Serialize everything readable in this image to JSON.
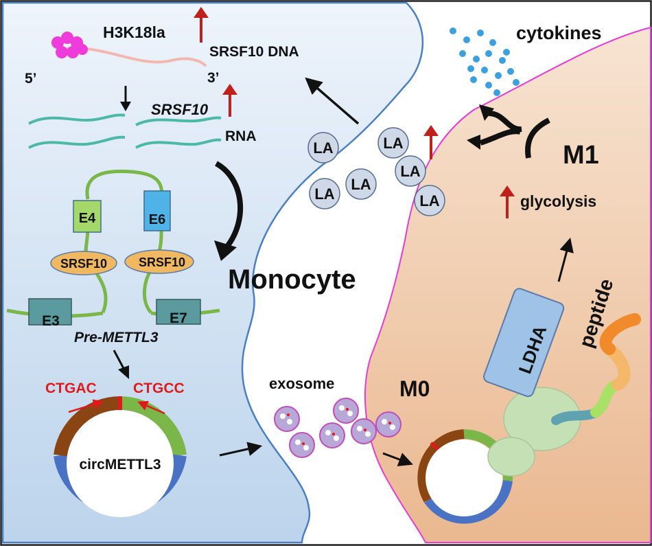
{
  "labels": {
    "h3k18la": "H3K18la",
    "srsf10_dna": "SRSF10 DNA",
    "five_prime": "5’",
    "three_prime": "3’",
    "srsf10_rna_gene": "SRSF10",
    "rna": "RNA",
    "exon_e4": "E4",
    "exon_e6": "E6",
    "exon_e3": "E3",
    "exon_e7": "E7",
    "srsf10_left": "SRSF10",
    "srsf10_right": "SRSF10",
    "pre_mettl3": "Pre-METTL3",
    "ctgac": "CTGAC",
    "ctgcc": "CTGCC",
    "circmettl3": "circMETTL3",
    "monocyte": "Monocyte",
    "exosome": "exosome",
    "m0": "M0",
    "m1": "M1",
    "la": "LA",
    "cytokines": "cytokines",
    "glycolysis": "glycolysis",
    "ldha": "LDHA",
    "peptide": "peptide"
  },
  "colors": {
    "monocyte_fill": "#cfe0f0",
    "monocyte_border": "#4a7fc1",
    "macrophage_fill": "#f2cda8",
    "macrophage_border": "#e83ad8",
    "la_fill": "#cfd8e6",
    "up_arrow": "#c0201a",
    "rna_strand": "#4bb8a8",
    "circ_brown": "#8b4513",
    "circ_green": "#7ab648",
    "circ_blue": "#4a72c4",
    "histone": "#ee3bd9",
    "cytokine_dot": "#3ba0e0",
    "exon_green": "#a5d86a",
    "exon_blue": "#4fb3e8",
    "exon_teal": "#5b9a9e",
    "srsf10_oval": "#f0b860",
    "ribosome": "#c5e0b4",
    "ldha_fill": "#9fc3e7"
  }
}
